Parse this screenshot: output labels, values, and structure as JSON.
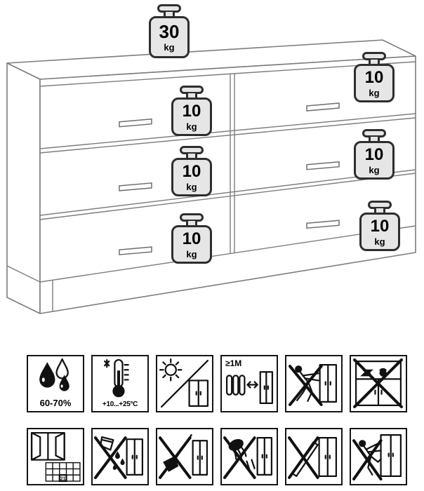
{
  "weights": {
    "top": {
      "value": "30",
      "unit": "kg"
    },
    "left_drawer_1": {
      "value": "10",
      "unit": "kg"
    },
    "left_drawer_2": {
      "value": "10",
      "unit": "kg"
    },
    "left_drawer_3": {
      "value": "10",
      "unit": "kg"
    },
    "right_drawer_1": {
      "value": "10",
      "unit": "kg"
    },
    "right_drawer_2": {
      "value": "10",
      "unit": "kg"
    },
    "right_drawer_3": {
      "value": "10",
      "unit": "kg"
    }
  },
  "care_icons": [
    {
      "name": "humidity-range",
      "label": "60-70%"
    },
    {
      "name": "temperature-range",
      "label": "+10...+25°C"
    },
    {
      "name": "avoid-direct-sunlight",
      "label": ""
    },
    {
      "name": "keep-distance-from-heat",
      "label": "≥1M"
    },
    {
      "name": "do-not-push-or-drag",
      "label": ""
    },
    {
      "name": "do-not-overload-with-heavy-objects",
      "label": ""
    },
    {
      "name": "ventilate-room-regularly",
      "label": "21"
    },
    {
      "name": "do-not-spill-liquids",
      "label": ""
    },
    {
      "name": "no-sharp-objects",
      "label": ""
    },
    {
      "name": "no-scratching",
      "label": ""
    },
    {
      "name": "do-not-lean-objects",
      "label": ""
    },
    {
      "name": "do-not-climb",
      "label": ""
    }
  ],
  "colors": {
    "line_gray": "#7d7d7d",
    "pictogram_black": "#111111",
    "weight_fill": "#e6e6e6",
    "weight_outline": "#2e2e2e"
  }
}
